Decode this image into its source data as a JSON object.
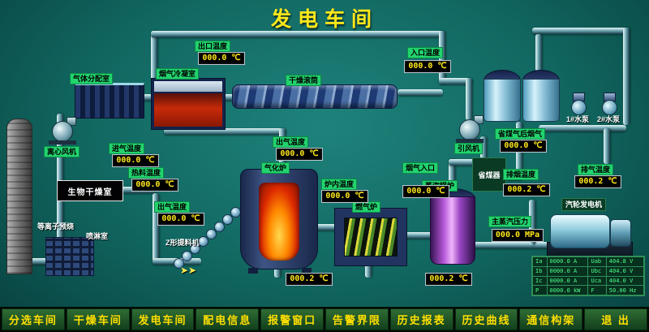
{
  "title": "发电车间",
  "colors": {
    "label_bg": "#22d36e",
    "display_text": "#ffe81a",
    "menu_text": "#ffdf00"
  },
  "icons": {
    "flow_arrow": "➤➤"
  },
  "equipment": {
    "gas_distribution": "气体分配室",
    "flue_condenser": "烟气冷凝室",
    "drying_drum": "干燥滚筒",
    "centrifugal_fan": "离心风机",
    "bio_drying_room": "生物干燥室",
    "plasma_unit": "等离子预烧",
    "spray_room": "喷淋室",
    "z_feeder": "Z形提料机",
    "gasifier": "气化炉",
    "gas_furnace": "燃气炉",
    "steam_boiler": "蒸汽锅炉",
    "economizer": "省煤器",
    "induced_draft_fan": "引风机",
    "turbine_generator": "汽轮发电机",
    "pump_1": "1#水泵",
    "pump_2": "2#水泵"
  },
  "readings": {
    "outlet_top": {
      "label": "出口温度",
      "value": "000.0 ℃"
    },
    "inlet_top": {
      "label": "入口温度",
      "value": "000.0 ℃"
    },
    "intake_temp": {
      "label": "进气温度",
      "value": "000.0 ℃"
    },
    "hot_material_temp": {
      "label": "热料温度",
      "value": "000.0 ℃"
    },
    "outgas_left": {
      "label": "出气温度",
      "value": "000.0 ℃"
    },
    "outgas_center": {
      "label": "出气温度",
      "value": "000.0 ℃"
    },
    "furnace_inner": {
      "label": "炉内温度",
      "value": "000.0 ℃"
    },
    "flue_gas_inlet": {
      "label": "烟气入口",
      "value": "000.0 ℃"
    },
    "after_economizer": {
      "label": "省煤气后烟气",
      "value": "000.0 ℃"
    },
    "flue_gas_outlet": {
      "label": "排烟温度",
      "value": "000.2 ℃"
    },
    "exhaust_temp": {
      "label": "排气温度",
      "value": "000.2 ℃"
    },
    "main_steam_pressure": {
      "label": "主蒸汽压力",
      "value": "000.0 MPa"
    },
    "gasifier_bottom": {
      "value": "000.2 ℃"
    },
    "boiler_bottom": {
      "value": "000.2 ℃"
    }
  },
  "generator_panel": {
    "rows": [
      [
        "Ia",
        "0000.0 A",
        "Uab",
        "404.8 V"
      ],
      [
        "Ib",
        "0000.0 A",
        "Ubc",
        "404.0 V"
      ],
      [
        "Ic",
        "0000.0 A",
        "Uca",
        "404.0 V"
      ],
      [
        "P",
        "0000.0 kW",
        "F",
        "50.00 Hz"
      ]
    ]
  },
  "menu": {
    "items": [
      "分选车间",
      "干燥车间",
      "发电车间",
      "配电信息",
      "报警窗口",
      "告警界限",
      "历史报表",
      "历史曲线",
      "通信构架",
      "退 出"
    ]
  }
}
